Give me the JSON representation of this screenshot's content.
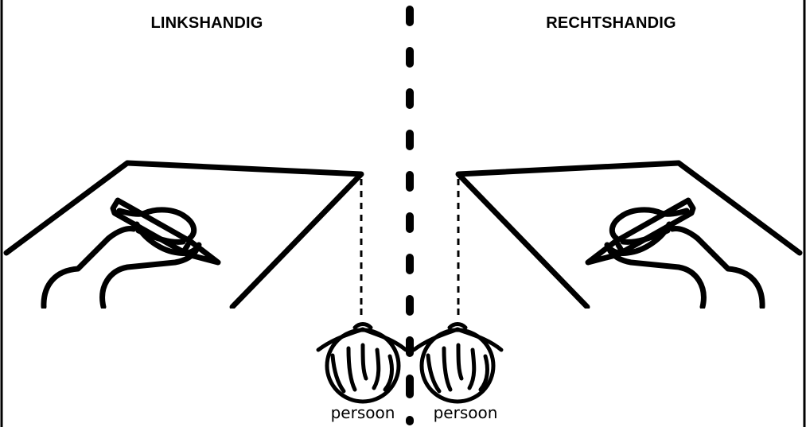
{
  "headings": {
    "left": "LINKSHANDIG",
    "right": "RECHTSHANDIG"
  },
  "captions": {
    "left": "persoon",
    "right": "persoon"
  },
  "colors": {
    "ink": "#000000",
    "background": "#ffffff"
  }
}
